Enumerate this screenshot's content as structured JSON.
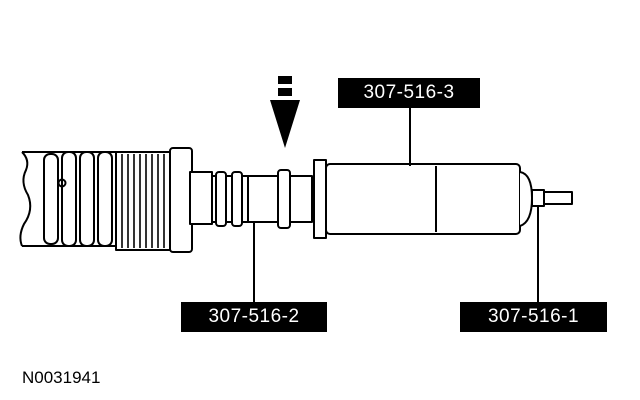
{
  "labels": {
    "tool_3": "307-516-3",
    "tool_2": "307-516-2",
    "tool_1": "307-516-1"
  },
  "figure_id": "N0031941"
}
